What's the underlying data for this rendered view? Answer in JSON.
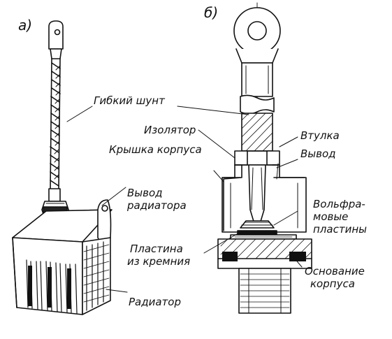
{
  "diagram": {
    "panel_a": "а)",
    "panel_b": "б)",
    "labels": {
      "flexible_shunt": "Гибкий шунт",
      "insulator": "Изолятор",
      "case_cover": "Крышка корпуса",
      "radiator_lead_1": "Вывод",
      "radiator_lead_2": "радиатора",
      "radiator": "Радиатор",
      "bushing": "Втулка",
      "lead": "Вывод",
      "tungsten_1": "Вольфра-",
      "tungsten_2": "мовые",
      "tungsten_3": "пластины",
      "silicon_1": "Пластина",
      "silicon_2": "из кремния",
      "case_base_1": "Основание",
      "case_base_2": "корпуса"
    }
  }
}
